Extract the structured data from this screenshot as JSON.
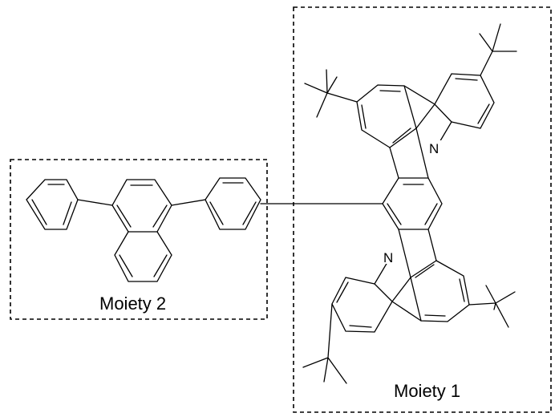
{
  "moiety1": {
    "label": "Moiety 1"
  },
  "moiety2": {
    "label": "Moiety 2"
  },
  "atoms": {
    "nitrogen_upper": "N",
    "nitrogen_lower": "N"
  }
}
